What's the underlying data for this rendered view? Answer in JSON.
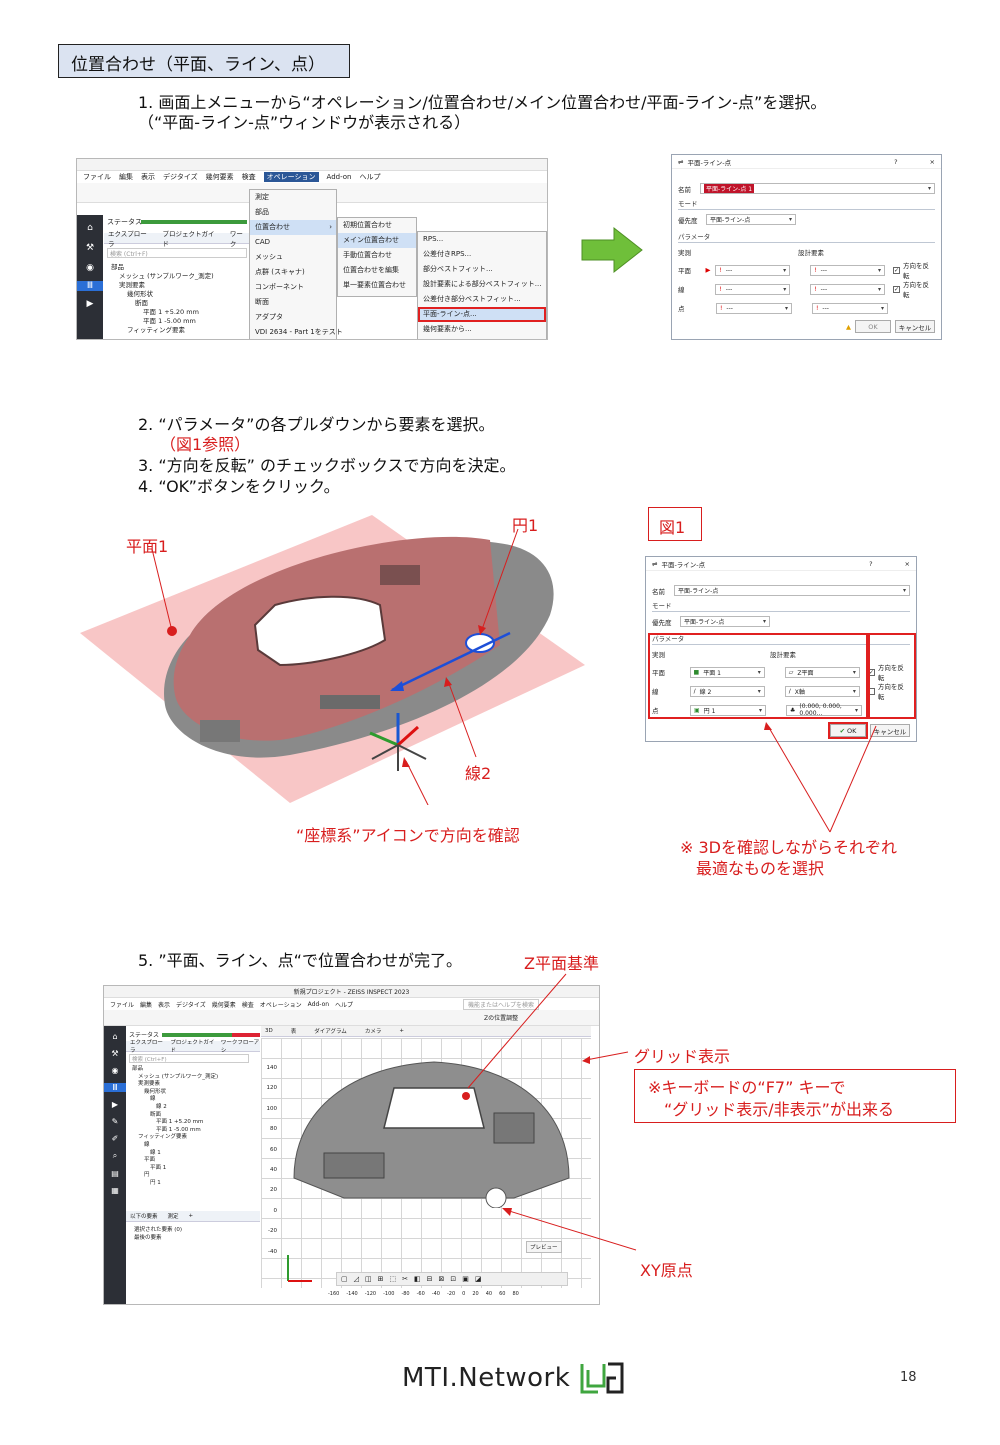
{
  "title": "位置合わせ（平面、ライン、点）",
  "steps": {
    "s1_line1": "1. 画面上メニューから“オペレーション/位置合わせ/メイン位置合わせ/平面-ライン-点”を選択。",
    "s1_line2": "（“平面-ライン-点”ウィンドウが表示される）",
    "s2_line1": "2. “パラメータ”の各プルダウンから要素を選択。",
    "s2_line2": "（図1参照）",
    "s3": "3. “方向を反転” のチェックボックスで方向を決定。",
    "s4": "4. “OK”ボタンをクリック。",
    "s5": "5. ”平面、ライン、点“で位置合わせが完了。"
  },
  "menu_shot": {
    "menubar": [
      "ファイル",
      "編集",
      "表示",
      "デジタイズ",
      "幾何要素",
      "検査",
      "オペレーション",
      "Add-on",
      "ヘルプ"
    ],
    "status_label": "ステータス",
    "tabs": [
      "エクスプローラ",
      "プロジェクトガイド",
      "ワーク"
    ],
    "search_placeholder": "検索 (Ctrl+F)",
    "tree": [
      "部品",
      "メッシュ (サンプルワーク_測定)",
      "実測要素",
      "幾何形状",
      "断面",
      "平面 1 +5.20 mm",
      "平面 1 -5.00 mm",
      "フィッティング要素"
    ],
    "menu1": [
      "測定",
      "部品",
      "位置合わせ",
      "CAD",
      "メッシュ",
      "点群 (スキャナ)",
      "コンポーネント",
      "断面",
      "アダプタ",
      "VDI 2634 - Part 1をテスト"
    ],
    "menu2": [
      "初期位置合わせ",
      "メイン位置合わせ",
      "手動位置合わせ",
      "位置合わせを編集",
      "単一要素位置合わせ"
    ],
    "menu3": [
      "RPS...",
      "公差付きRPS...",
      "部分ベストフィット...",
      "設計要素による部分ベストフィット...",
      "公差付き部分ベストフィット...",
      "平面-ライン-点...",
      "幾何要素から..."
    ]
  },
  "dialog1": {
    "title": "平面-ライン-点",
    "help": "?",
    "close": "×",
    "name_label": "名前",
    "name_value": "平面-ライン-点 1",
    "mode_label": "モード",
    "priority_label": "優先度",
    "priority_value": "平面-ライン-点",
    "param_label": "パラメータ",
    "col_actual": "実測",
    "col_design": "設計要素",
    "rows": [
      "平面",
      "線",
      "点"
    ],
    "empty": "---",
    "flip": "方向を反転",
    "ok": "OK",
    "cancel": "キャンセル"
  },
  "dialog2": {
    "title": "平面-ライン-点",
    "help": "?",
    "close": "×",
    "name_label": "名前",
    "name_value": "平面-ライン-点",
    "mode_label": "モード",
    "priority_label": "優先度",
    "priority_value": "平面-ライン-点",
    "param_label": "パラメータ",
    "col_actual": "実測",
    "col_design": "設計要素",
    "row_labels": [
      "平面",
      "線",
      "点"
    ],
    "actual": [
      "平面 1",
      "線 2",
      "円 1"
    ],
    "design": [
      "Z平面",
      "X軸",
      "(0.000, 0.000, 0.000..."
    ],
    "flip": "方向を反転",
    "ok": "OK",
    "cancel": "キャンセル"
  },
  "figure_labels": {
    "fig1": "図1",
    "plane1": "平面1",
    "circle1": "円1",
    "line2": "線2",
    "coord_note": "“座標系”アイコンで方向を確認",
    "note_line1": "※ 3Dを確認しながらそれぞれ",
    "note_line2": "最適なものを選択",
    "z_plane": "Z平面基準",
    "grid_display": "グリッド表示",
    "grid_note1": "※キーボードの“F7” キーで",
    "grid_note2": "“グリッド表示/非表示”が出来る",
    "xy_origin": "XY原点"
  },
  "app_shot": {
    "window_title": "新規プロジェクト - ZEISS INSPECT 2023",
    "search_placeholder": "機能またはヘルプを検索",
    "menubar": [
      "ファイル",
      "編集",
      "表示",
      "デジタイズ",
      "幾何要素",
      "検査",
      "オペレーション",
      "Add-on",
      "ヘルプ"
    ],
    "status_label": "ステータス",
    "tabs": [
      "エクスプローラ",
      "プロジェクトガイド",
      "ワークフローアシ"
    ],
    "search_tree": "検索 (Ctrl+F)",
    "tree": [
      "部品",
      "メッシュ (サンプルワーク_測定)",
      "実測要素",
      "幾何形状",
      "線",
      "線 2",
      "断面",
      "平面 1 +5.20 mm",
      "平面 1 -5.00 mm",
      "フィッティング要素",
      "線",
      "線 1",
      "平面",
      "平面 1",
      "円",
      "円 1"
    ],
    "view_tabs": [
      "3D",
      "表",
      "ダイアグラム",
      "カメラ",
      "+"
    ],
    "bottom_tabs": [
      "以下の要素",
      "測定",
      "+"
    ],
    "bottom_items": [
      "選択された要素 (0)",
      "最後の要素"
    ],
    "y_ticks": [
      "140",
      "120",
      "100",
      "80",
      "60",
      "40",
      "20",
      "0",
      "-20",
      "-40"
    ],
    "x_ticks": [
      "-160",
      "-140",
      "-120",
      "-100",
      "-80",
      "-60",
      "-40",
      "-20",
      "0",
      "20",
      "40",
      "60",
      "80"
    ],
    "preview": "プレビュー",
    "view_combo": "Zの位置調整"
  },
  "footer": {
    "logo_text": "MTI.Network",
    "page_number": "18"
  },
  "colors": {
    "accent_red": "#d81e1e",
    "title_bg": "#dbe3f1",
    "arrow_green": "#6fbf3a"
  }
}
